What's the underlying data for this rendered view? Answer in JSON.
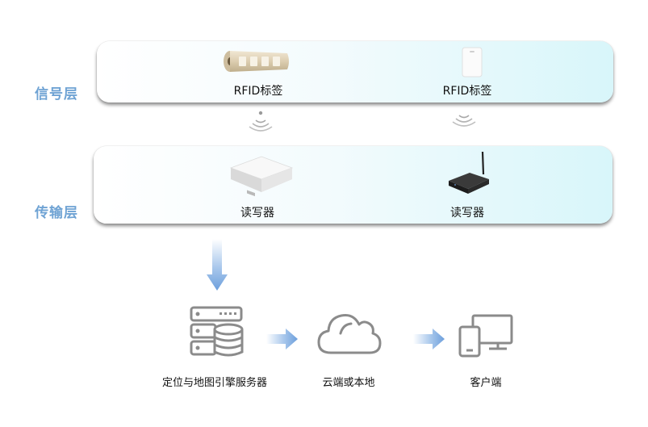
{
  "layers": {
    "signal": {
      "label": "信号层",
      "tags": [
        {
          "caption": "RFID标签"
        },
        {
          "caption": "RFID标签"
        }
      ]
    },
    "transport": {
      "label": "传输层",
      "readers": [
        {
          "caption": "读写器"
        },
        {
          "caption": "读写器"
        }
      ]
    }
  },
  "flow": {
    "server_label": "定位与地图引擎服务器",
    "cloud_label": "云端或本地",
    "client_label": "客户端"
  },
  "icons": {
    "server": "server-database-icon",
    "cloud": "cloud-icon",
    "client": "monitor-tablet-icon",
    "wireless": "wireless-signal-icon"
  },
  "colors": {
    "label": "#6fa3d4",
    "arrow": "#7aaadf",
    "icon_gray": "#8b8b8b"
  }
}
